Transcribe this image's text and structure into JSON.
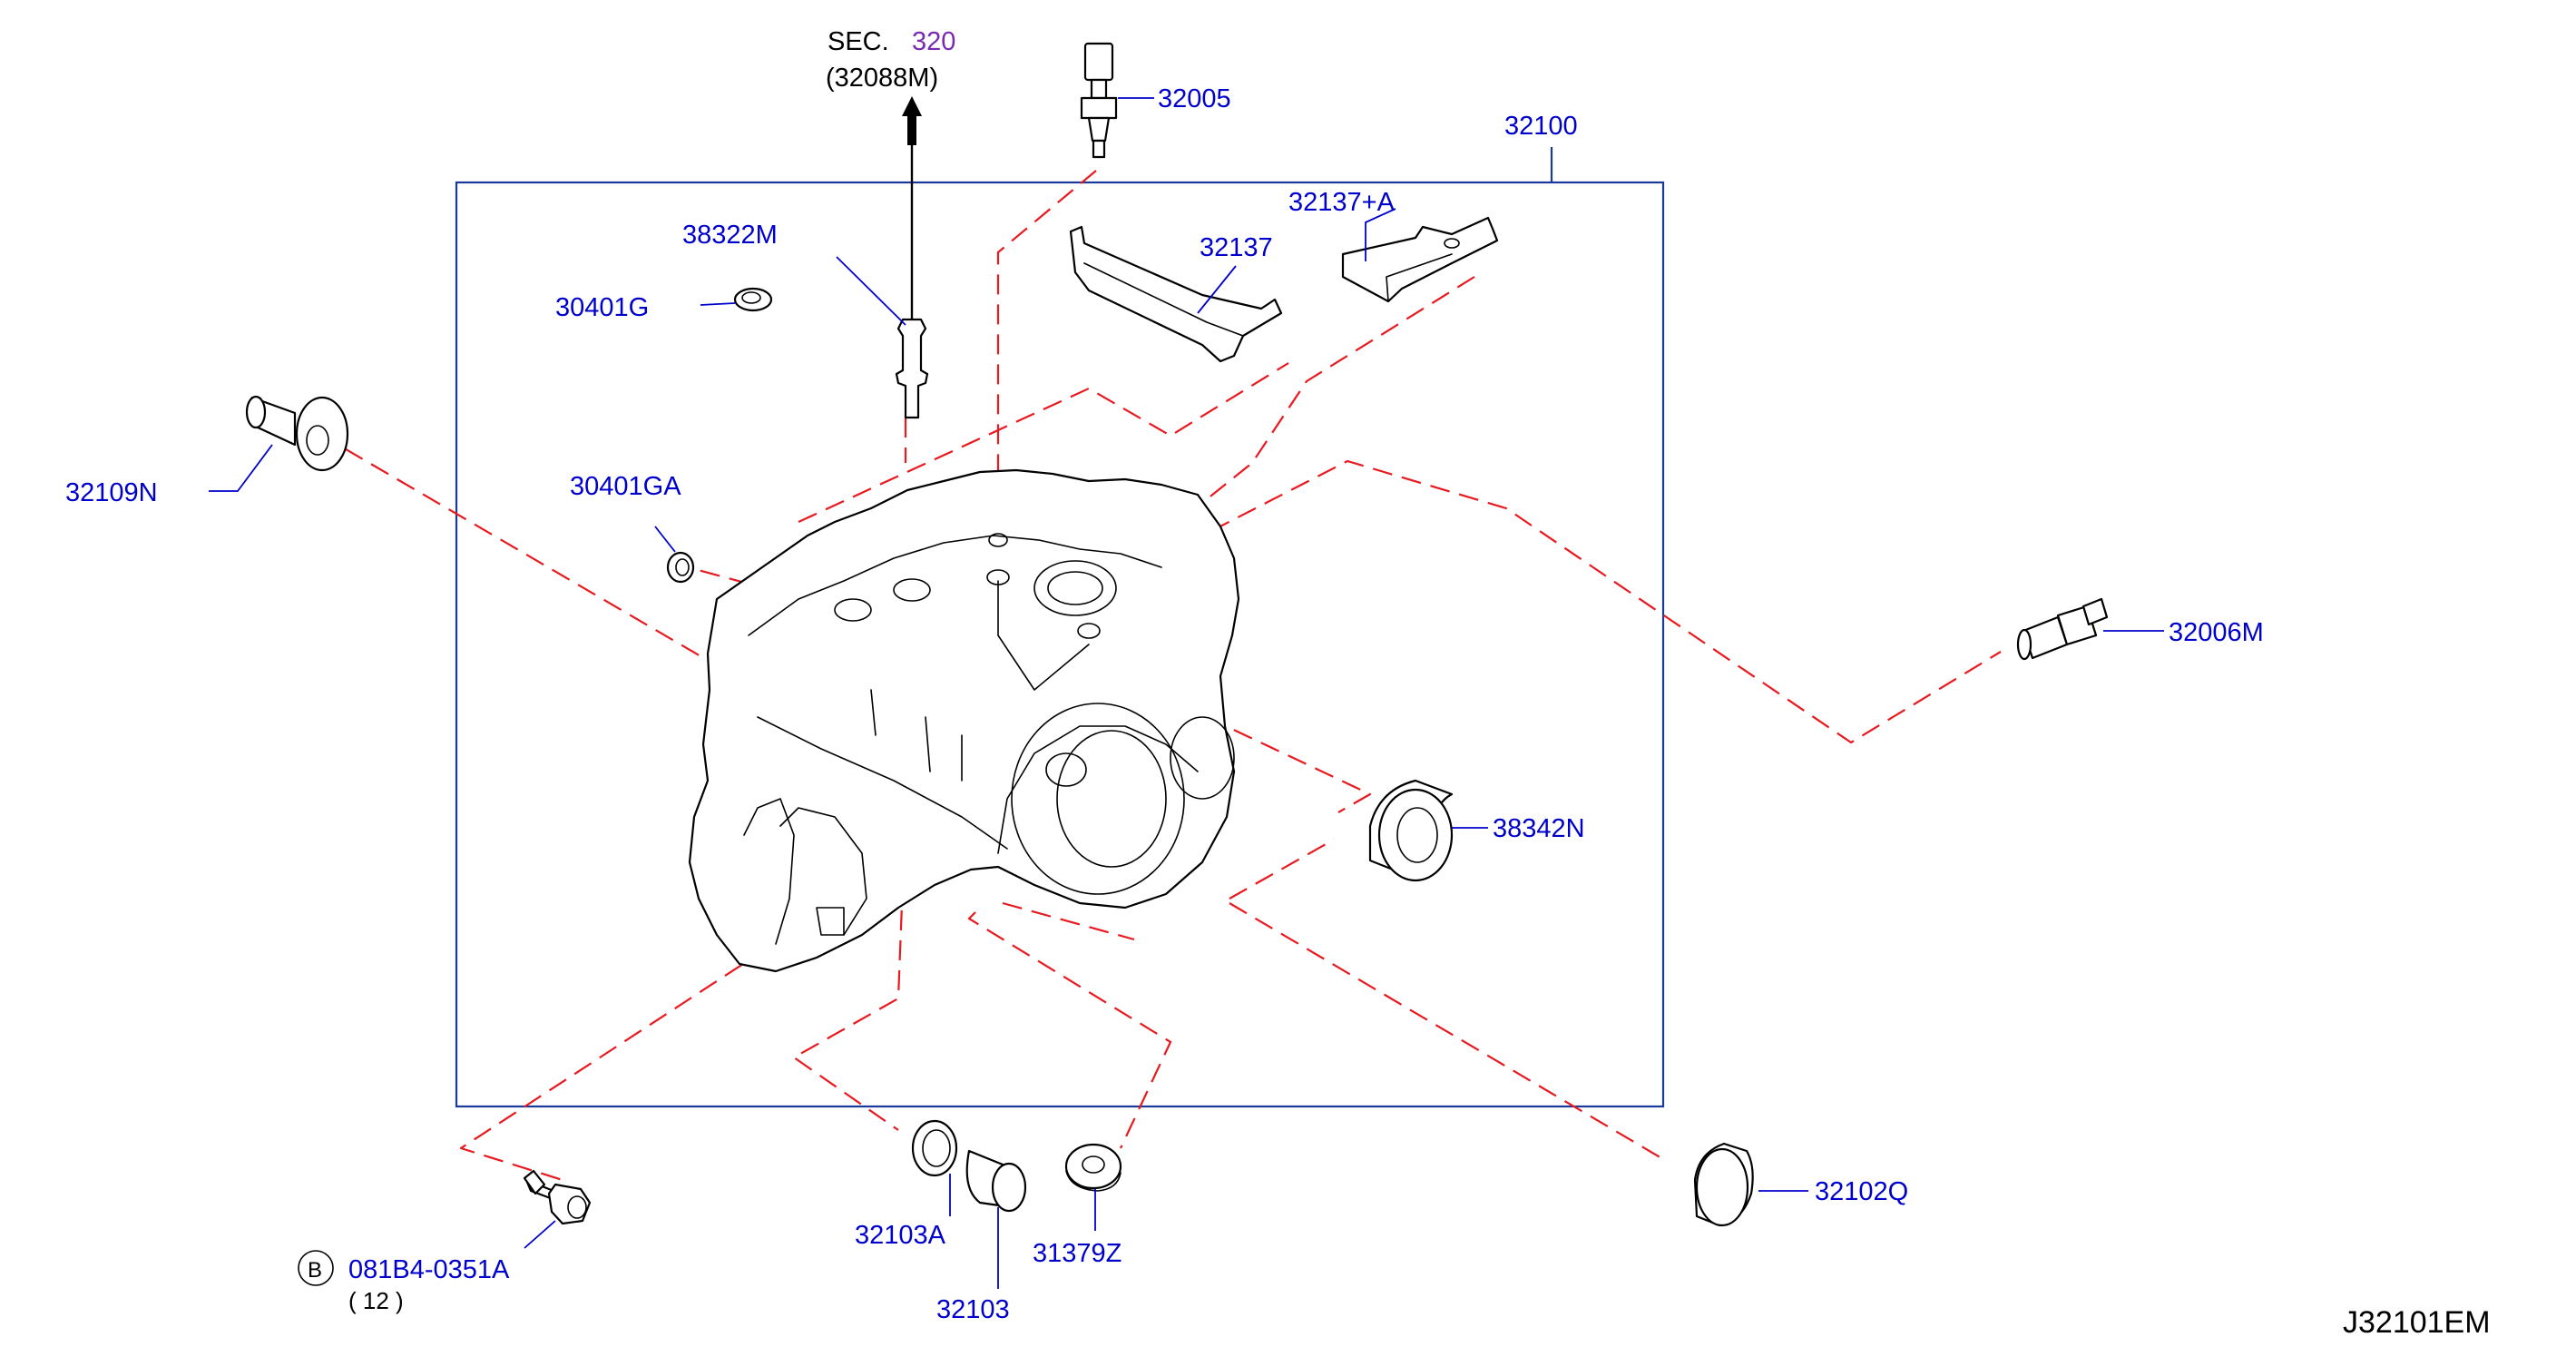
{
  "labels": {
    "sec": "SEC.",
    "sec_num": "320",
    "sec_ref": "(32088M)",
    "p32005": "32005",
    "p32100": "32100",
    "p32137A": "32137+A",
    "p32137": "32137",
    "p38322M": "38322M",
    "p30401G": "30401G",
    "p32109N": "32109N",
    "p30401GA": "30401GA",
    "p32006M": "32006M",
    "p38342N": "38342N",
    "p32102Q": "32102Q",
    "p32103A": "32103A",
    "p32103": "32103",
    "p31379Z": "31379Z",
    "bolt_circle": "B",
    "bolt": "081B4-0351A",
    "bolt_qty": "( 12 )",
    "diagram_id": "J32101EM"
  },
  "colors": {
    "label": "#0000cc",
    "dashed_guide": "#e8191f",
    "frame": "#1a3a9a",
    "section_number": "#7a2ab0"
  }
}
